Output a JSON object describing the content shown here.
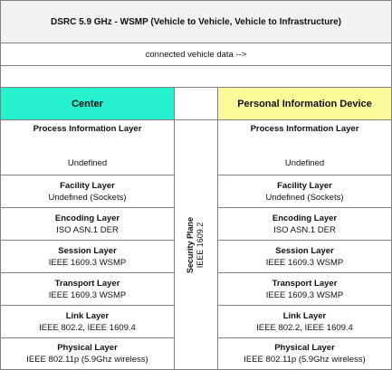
{
  "title": "DSRC 5.9 GHz - WSMP (Vehicle to Vehicle, Vehicle to Infrastructure)",
  "flow_label": "connected vehicle data  -->",
  "colors": {
    "left_header": "#27f0cf",
    "right_header": "#fbfb9a",
    "border": "#808080",
    "title_bg": "#f2f2f2"
  },
  "left": {
    "header": "Center",
    "layers": [
      {
        "name": "Process Information Layer",
        "value": "Undefined"
      },
      {
        "name": "Facility Layer",
        "value": "Undefined (Sockets)"
      },
      {
        "name": "Encoding Layer",
        "value": "ISO ASN.1 DER"
      },
      {
        "name": "Session Layer",
        "value": "IEEE 1609.3 WSMP"
      },
      {
        "name": "Transport Layer",
        "value": "IEEE 1609.3 WSMP"
      },
      {
        "name": "Link Layer",
        "value": "IEEE 802.2, IEEE 1609.4"
      },
      {
        "name": "Physical Layer",
        "value": "IEEE 802.11p (5.9Ghz wireless)"
      }
    ]
  },
  "right": {
    "header": "Personal Information Device",
    "layers": [
      {
        "name": "Process Information Layer",
        "value": "Undefined"
      },
      {
        "name": "Facility Layer",
        "value": "Undefined (Sockets)"
      },
      {
        "name": "Encoding Layer",
        "value": "ISO ASN.1 DER"
      },
      {
        "name": "Session Layer",
        "value": "IEEE 1609.3 WSMP"
      },
      {
        "name": "Transport Layer",
        "value": "IEEE 1609.3 WSMP"
      },
      {
        "name": "Link Layer",
        "value": "IEEE 802.2, IEEE 1609.4"
      },
      {
        "name": "Physical Layer",
        "value": "IEEE 802.11p (5.9Ghz wireless)"
      }
    ]
  },
  "security": {
    "name": "Security Plane",
    "value": "IEEE 1609.2"
  }
}
